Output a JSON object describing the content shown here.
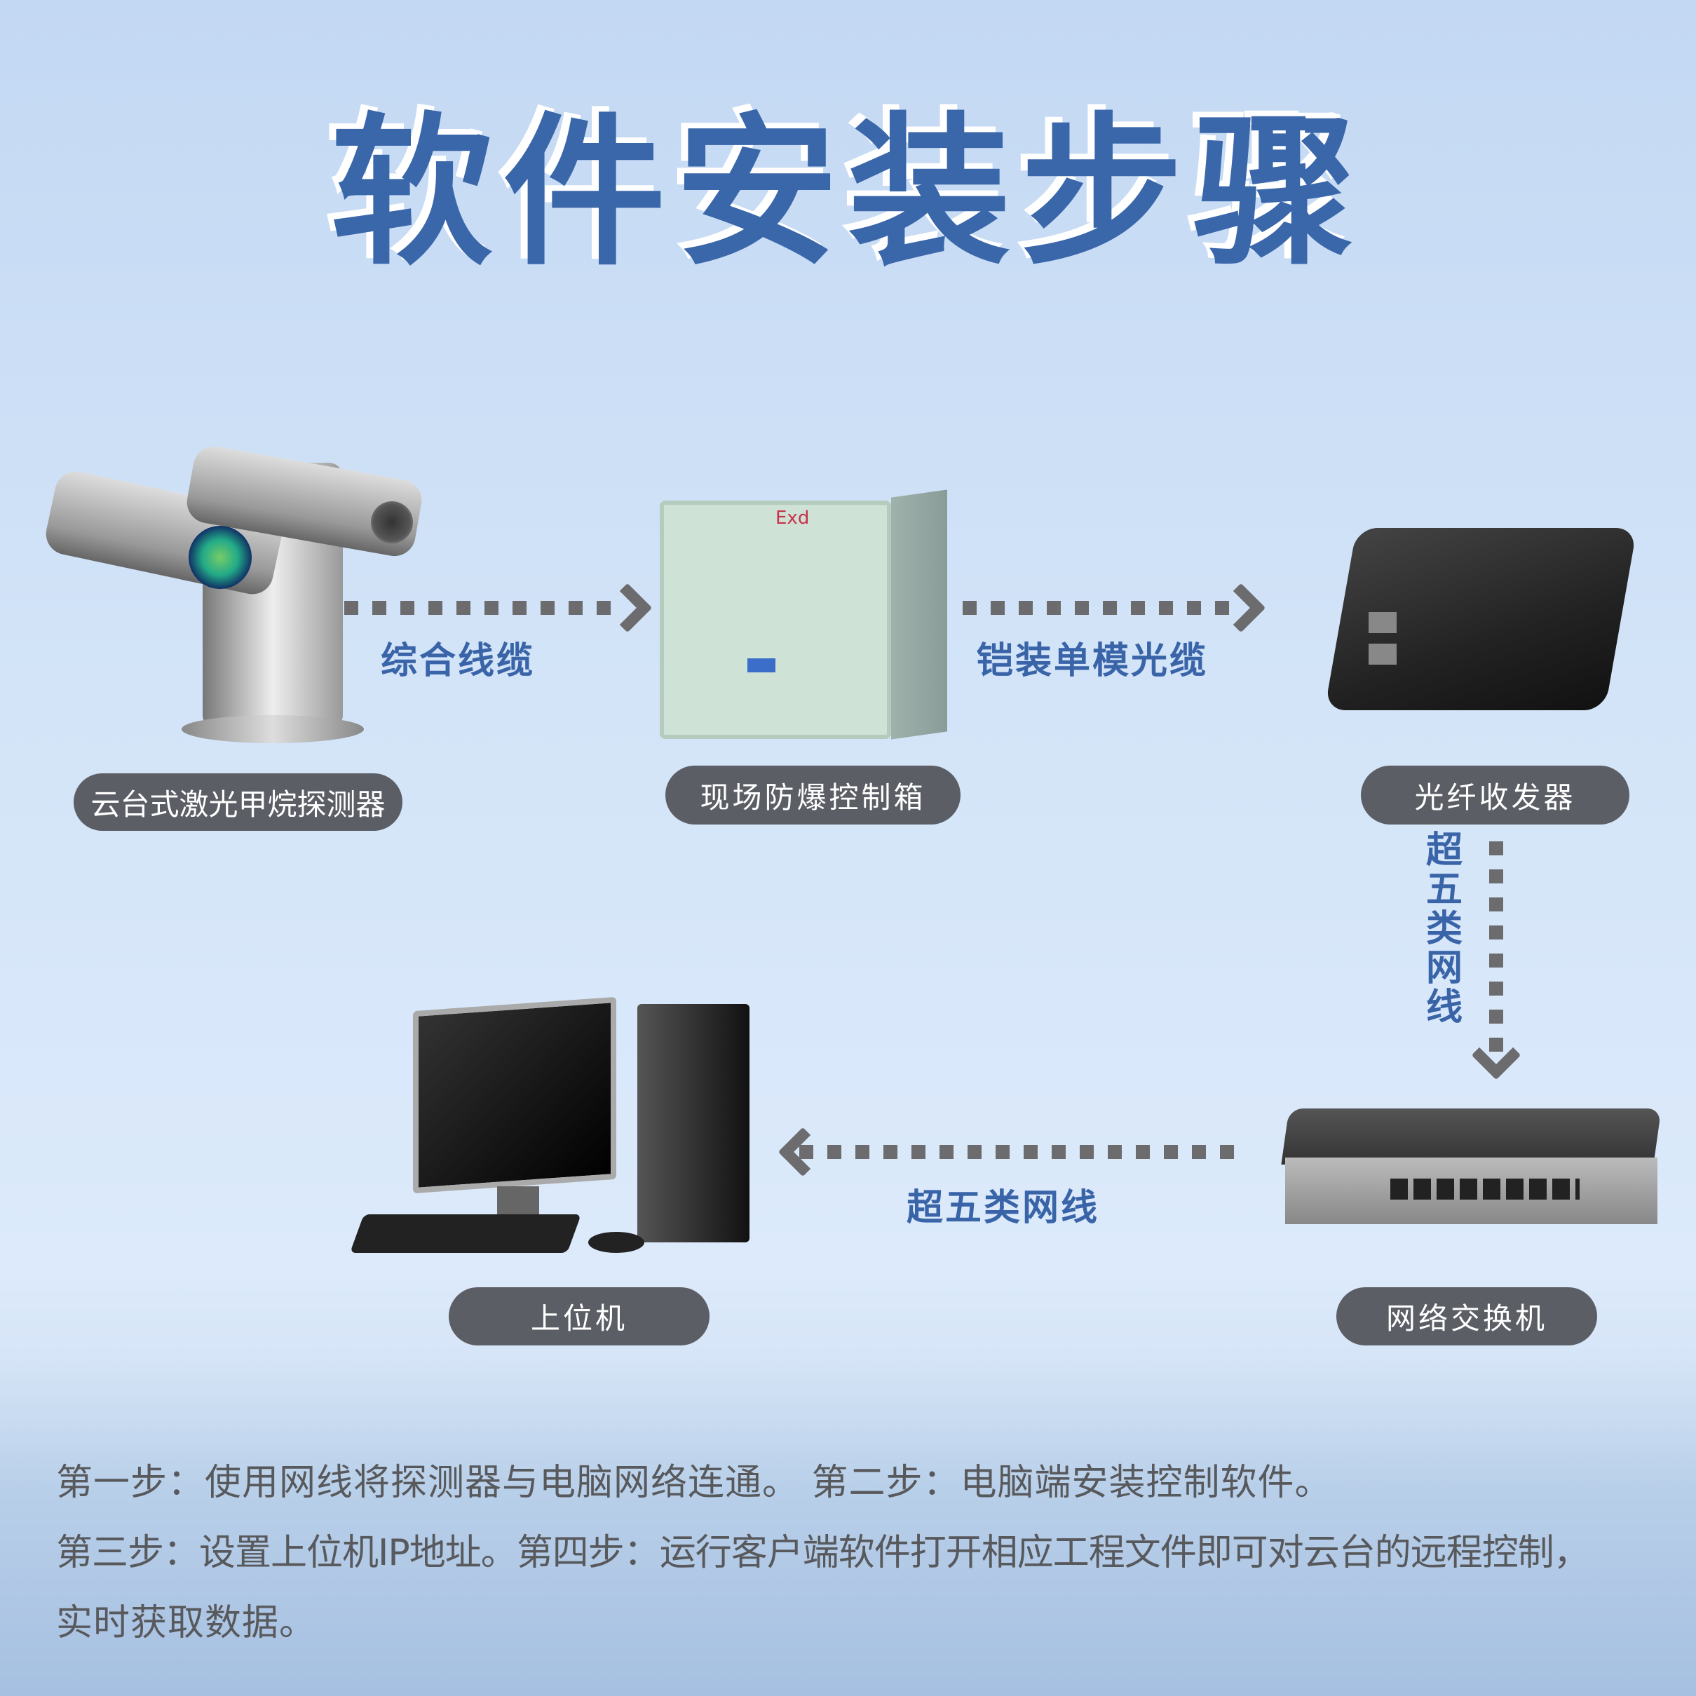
{
  "title": "软件安装步骤",
  "devices": {
    "camera": "云台式激光甲烷探测器",
    "control_box": "现场防爆控制箱",
    "control_box_mark": "Exd",
    "transceiver": "光纤收发器",
    "switch": "网络交换机",
    "pc": "上位机"
  },
  "connections": {
    "camera_to_box": "综合线缆",
    "box_to_transceiver": "铠装单模光缆",
    "transceiver_to_switch": "超五类网线",
    "switch_to_pc": "超五类网线"
  },
  "steps": {
    "line1": "第一步：使用网线将探测器与电脑网络连通。 第二步：电脑端安装控制软件。",
    "line2": "第三步：设置上位机IP地址。第四步：运行客户端软件打开相应工程文件即可对云台的远程控制，",
    "line3": "实时获取数据。"
  }
}
